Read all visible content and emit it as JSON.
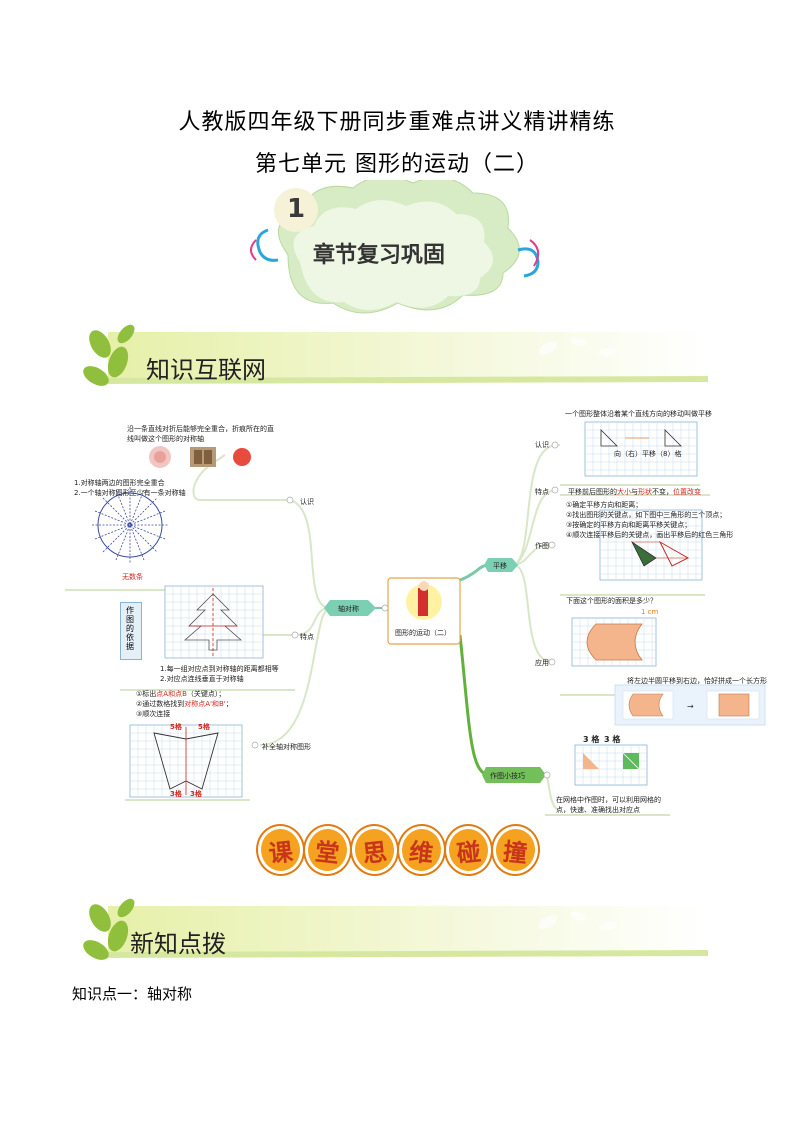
{
  "header": {
    "title_line1": "人教版四年级下册同步重难点讲义精讲精练",
    "title_line2": "第七单元  图形的运动（二）"
  },
  "chapter_badge": {
    "number": "1",
    "label": "章节复习巩固"
  },
  "banner_knowledge_web": "知识互联网",
  "mindmap": {
    "center": "图形的运动（二）",
    "left_branch": "轴对称",
    "right_branch_translate": "平移",
    "right_branch_tips": "作图小技巧",
    "axis": {
      "recognize_label": "认识",
      "recognize_def_1": "沿一条直线对折后能够完全重合，折痕所在的直",
      "recognize_def_2": "线叫做这个图形的对称轴",
      "recognize_notes_1": "1.对称轴两边的图形完全重合",
      "recognize_notes_2": "2.一个轴对称图形至少有一条对称轴",
      "infinite": "无数条",
      "feature_label": "特点",
      "basis_tag": "作图的依据",
      "feature_note_1": "1.每一组对应点到对称轴的距离都相等",
      "feature_note_2": "2.对应点连线垂直于对称轴",
      "complete_label": "补全轴对称图形",
      "step_1_pre": "①标出",
      "step_1_red": "点A和点B",
      "step_1_post": "（关键点）；",
      "step_2_pre": "②通过数格找到",
      "step_2_red": "对称点A'和B'",
      "step_2_post": "；",
      "step_3": "③顺次连接",
      "grid_5": "5格",
      "grid_3": "3格"
    },
    "translate": {
      "recognize_label": "认识",
      "recognize_def": "一个图形整体沿着某个直线方向的移动叫做平移",
      "recognize_caption": "向（右）平移（8）格",
      "feature_label": "特点",
      "feature_pre": "平移前后图形的",
      "feature_red1": "大小",
      "feature_mid": "与",
      "feature_red2": "形状",
      "feature_mid2": "不变，",
      "feature_red3": "位置改变",
      "draw_label": "作图",
      "draw_step_1": "①确定平移方向和距离；",
      "draw_step_2": "②找出图形的关键点，如下图中三角形的三个顶点；",
      "draw_step_3": "③按确定的平移方向和距离平移关键点；",
      "draw_step_4": "④顺次连接平移后的关键点，画出平移后的红色三角形",
      "apply_label": "应用",
      "apply_question": "下面这个图形的面积是多少？",
      "apply_unit": "1 cm",
      "apply_answer": "将左边半圆平移到右边，恰好拼成一个长方形"
    },
    "tips": {
      "cells_a": "3 格",
      "cells_b": "3 格",
      "note_1": "在网格中作图时，可以利用网格的",
      "note_2": "点，快速、准确找出对应点"
    }
  },
  "classroom_banner": [
    "课",
    "堂",
    "思",
    "维",
    "碰",
    "撞"
  ],
  "banner_new_knowledge": "新知点拨",
  "knowledge_point_1": "知识点一：轴对称"
}
